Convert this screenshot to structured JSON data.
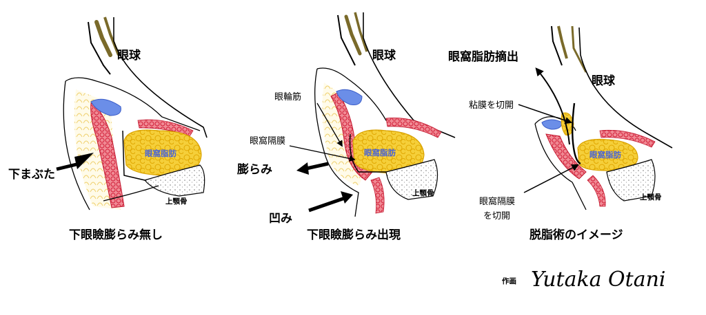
{
  "panels": [
    {
      "eyeball": "眼球",
      "fat": "眼窩脂肪",
      "bone": "上顎骨",
      "caption": "下眼瞼膨らみ無し",
      "annotations": {
        "lower_lid": "下まぶた"
      }
    },
    {
      "eyeball": "眼球",
      "fat": "眼窩脂肪",
      "bone": "上顎骨",
      "caption": "下眼瞼膨らみ出現",
      "annotations": {
        "orbicularis": "眼輪筋",
        "septum": "眼窩隔膜",
        "bulge": "膨らみ",
        "hollow": "凹み"
      }
    },
    {
      "eyeball": "眼球",
      "fat": "眼窩脂肪",
      "bone": "上顎骨",
      "caption": "脱脂術のイメージ",
      "annotations": {
        "removal": "眼窩脂肪摘出",
        "mucosa_cut": "粘膜を切開",
        "septum_cut_line1": "眼窩隔膜",
        "septum_cut_line2": "を切開"
      }
    }
  ],
  "credit": {
    "label": "作画",
    "signature": "Yutaka Otani"
  },
  "colors": {
    "fat": "#f2c82a",
    "fat_outline": "#e0a800",
    "muscle": "#e0314a",
    "muscle_light": "#f3d27a",
    "conjunctiva": "#4a72d8",
    "lash": "#7a6a2a",
    "fat_label": "#4a64d6"
  }
}
